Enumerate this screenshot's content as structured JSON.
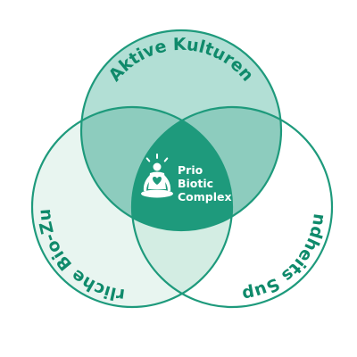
{
  "diagram": {
    "circles": [
      {
        "id": "top",
        "label": "Aktive Kulturen",
        "fill": "#b2dfd5"
      },
      {
        "id": "left",
        "label": "Natürliche Bio-Zutaten",
        "fill": "#e8f5f0"
      },
      {
        "id": "right",
        "label": "Gesundheits Support",
        "fill": "#ffffff"
      }
    ],
    "overlap_fills": {
      "top_left": "#8dccbe",
      "top_right": "#8dccbe",
      "left_right": "#d3ede3",
      "center": "#1e9a7c"
    },
    "stroke_color": "#1e9a7c",
    "text_color": "#0f8a6b",
    "center": {
      "lines": [
        "Prio",
        "Biotic",
        "Complex"
      ],
      "icon": "meditation-heart-icon"
    }
  }
}
